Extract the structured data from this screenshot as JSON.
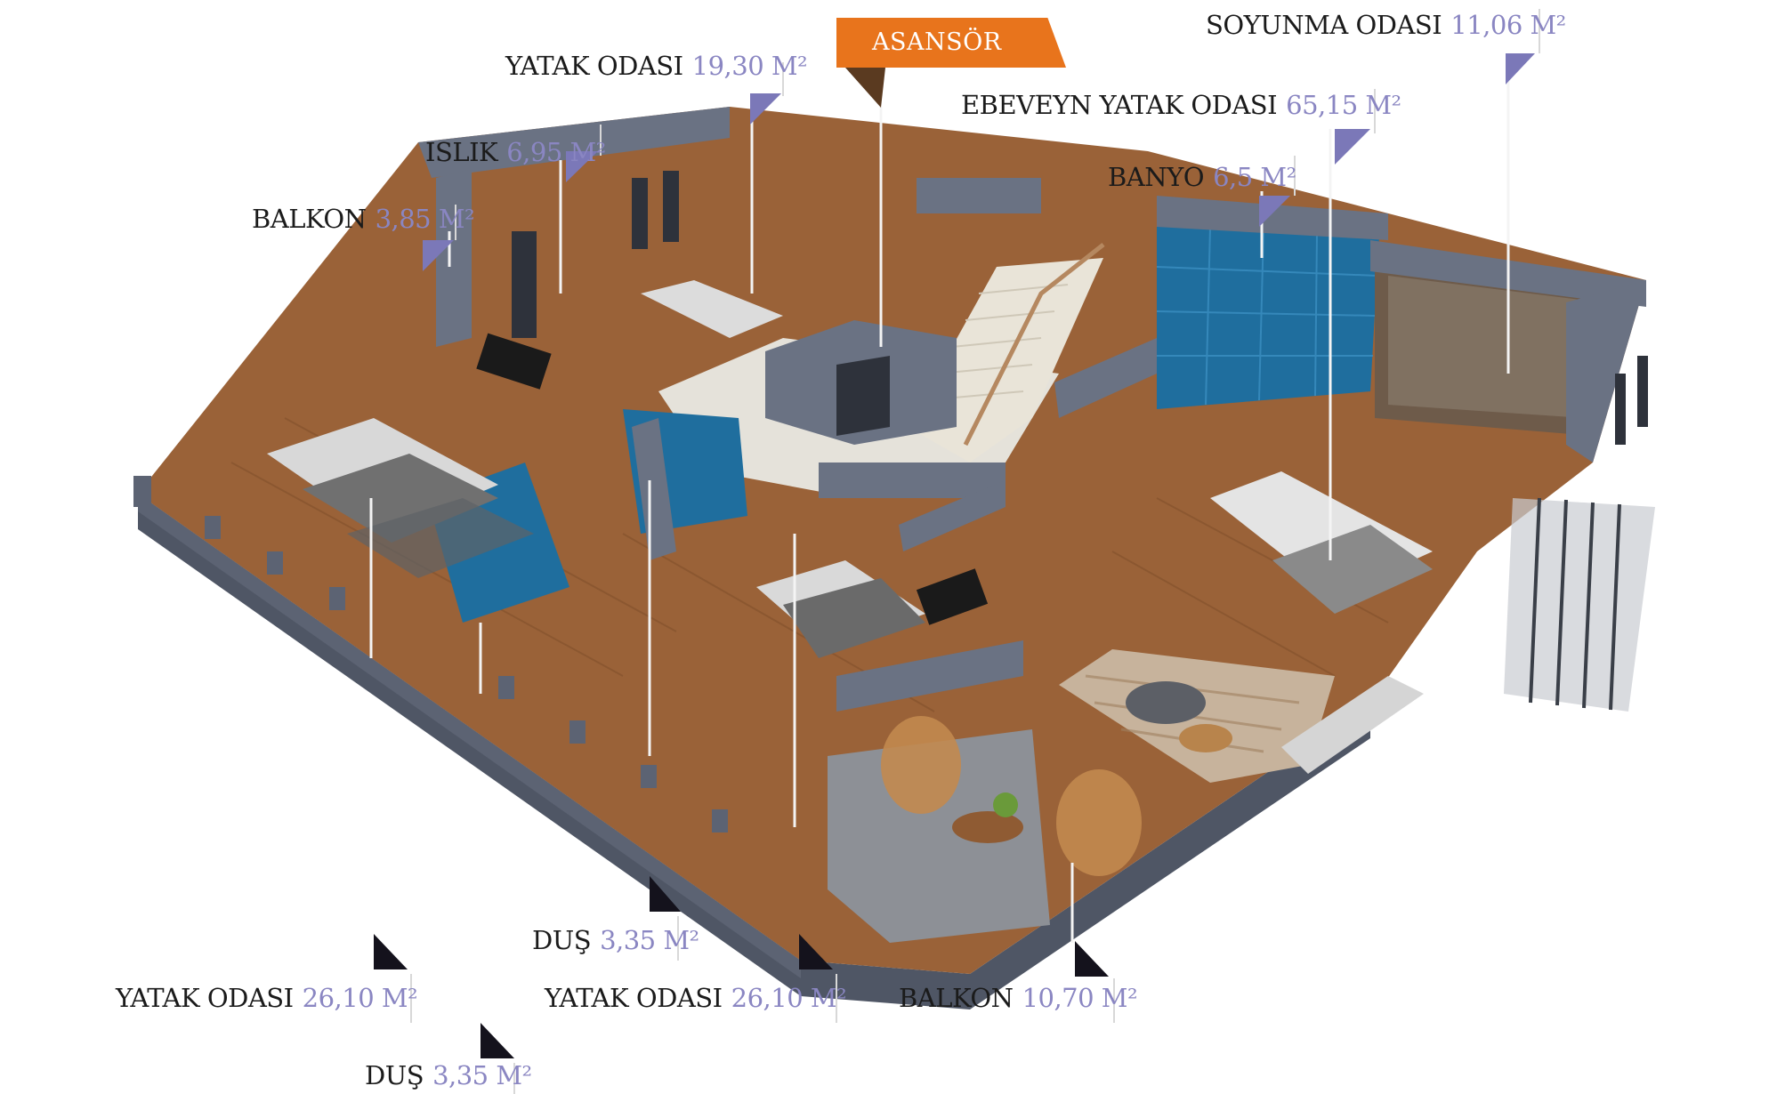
{
  "labels": {
    "yatak_odasi_top": {
      "name": "YATAK ODASI",
      "area": "19,30 M²"
    },
    "islik": {
      "name": "ISLIK",
      "area": "6,95 M²"
    },
    "balkon_small": {
      "name": "BALKON",
      "area": "3,85 M²"
    },
    "asansor": {
      "name": "ASANSÖR"
    },
    "soyunma_odasi": {
      "name": "SOYUNMA ODASI",
      "area": "11,06 M²"
    },
    "ebeveyn_yatak_odasi": {
      "name": "EBEVEYN YATAK ODASI",
      "area": "65,15 M²"
    },
    "banyo": {
      "name": "BANYO",
      "area": "6,5 M²"
    },
    "dus_mid": {
      "name": "DUŞ",
      "area": "3,35 M²"
    },
    "yatak_odasi_left": {
      "name": "YATAK ODASI",
      "area": "26,10 M²"
    },
    "yatak_odasi_center": {
      "name": "YATAK ODASI",
      "area": "26,10 M²"
    },
    "balkon_large": {
      "name": "BALKON",
      "area": "10,70 M²"
    },
    "dus_bottom": {
      "name": "DUŞ",
      "area": "3,35 M²"
    }
  },
  "colors": {
    "wall": "#6a7283",
    "wall_dark": "#4f5665",
    "floor_wood": "#9a6238",
    "tile_blue": "#1f6e9e",
    "accent_orange": "#e8741c",
    "marker_purple": "#7b78b8",
    "marker_black": "#14121c",
    "area_text": "#8a86c2"
  }
}
